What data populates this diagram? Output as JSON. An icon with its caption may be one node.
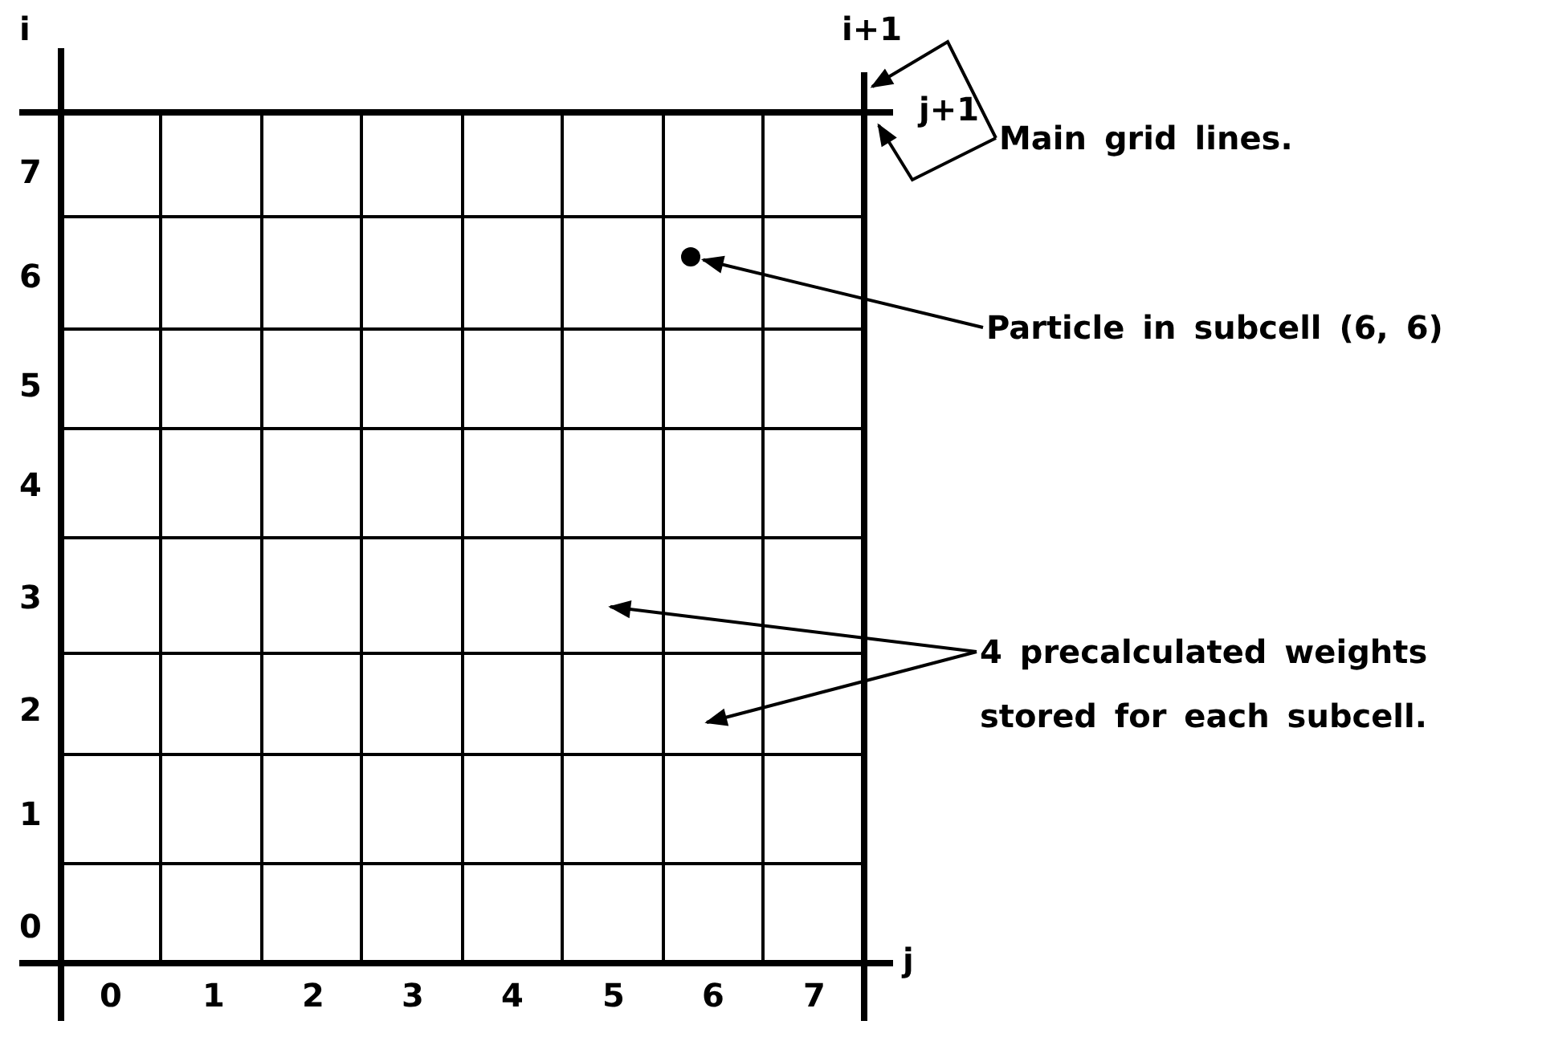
{
  "diagram": {
    "nodes": [
      {
        "text": [
          "Main grid lines."
        ]
      },
      {
        "text": [
          "Particle in subcell (6, 6)"
        ]
      },
      {
        "text": [],
        "shape": "circle"
      },
      {
        "text": [
          "4 precalculated weights stored for each subcell."
        ]
      }
    ],
    "edges": [
      {
        "from": 0,
        "to": null,
        "arrow": "to"
      },
      {
        "from": 0,
        "to": null,
        "arrow": "to"
      },
      {
        "from": 1,
        "to": 2,
        "arrow": "to"
      },
      {
        "from": 3,
        "to": null,
        "arrow": "to"
      },
      {
        "from": 3,
        "to": null,
        "arrow": "to"
      }
    ],
    "labels": [
      "i",
      "i+1",
      "j+1",
      "7",
      "6",
      "5",
      "4",
      "3",
      "2",
      "1",
      "0",
      "j",
      "0",
      "1",
      "2",
      "3",
      "4",
      "5",
      "6",
      "7"
    ]
  }
}
